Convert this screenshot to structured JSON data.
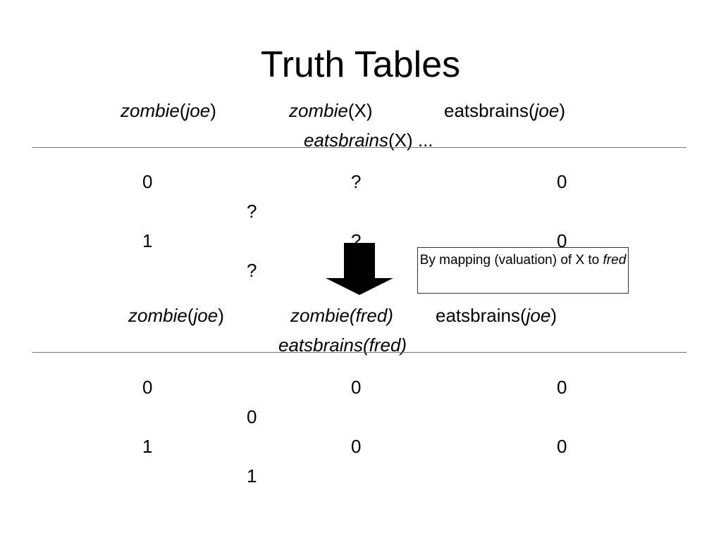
{
  "slide": {
    "title": "Truth Tables",
    "table1": {
      "headers": [
        {
          "pred": "zombie",
          "open": "(",
          "arg": "joe",
          "close": ")"
        },
        {
          "pred": "zombie",
          "rest": "(X)"
        },
        {
          "pred": "eatsbrains(",
          "arg": "joe",
          "close": ")"
        },
        {
          "pred": "eatsbrains",
          "rest": "(X) ..."
        }
      ],
      "rows": [
        [
          "0",
          "?",
          "0",
          "?"
        ],
        [
          "1",
          "?",
          "0",
          "?"
        ]
      ]
    },
    "callout": {
      "text": "By mapping (valuation) of X to",
      "italic": "fred"
    },
    "table2": {
      "headers": [
        {
          "pred": "zombie",
          "open": "(",
          "arg": "joe",
          "close": ")"
        },
        {
          "text": "zombie(fred)"
        },
        {
          "pred": "eatsbrains(",
          "arg": "joe",
          "close": ")"
        },
        {
          "text": "eatsbrains(fred)"
        }
      ],
      "rows": [
        [
          "0",
          "0",
          "0",
          "0"
        ],
        [
          "1",
          "0",
          "0",
          "1"
        ]
      ]
    }
  }
}
